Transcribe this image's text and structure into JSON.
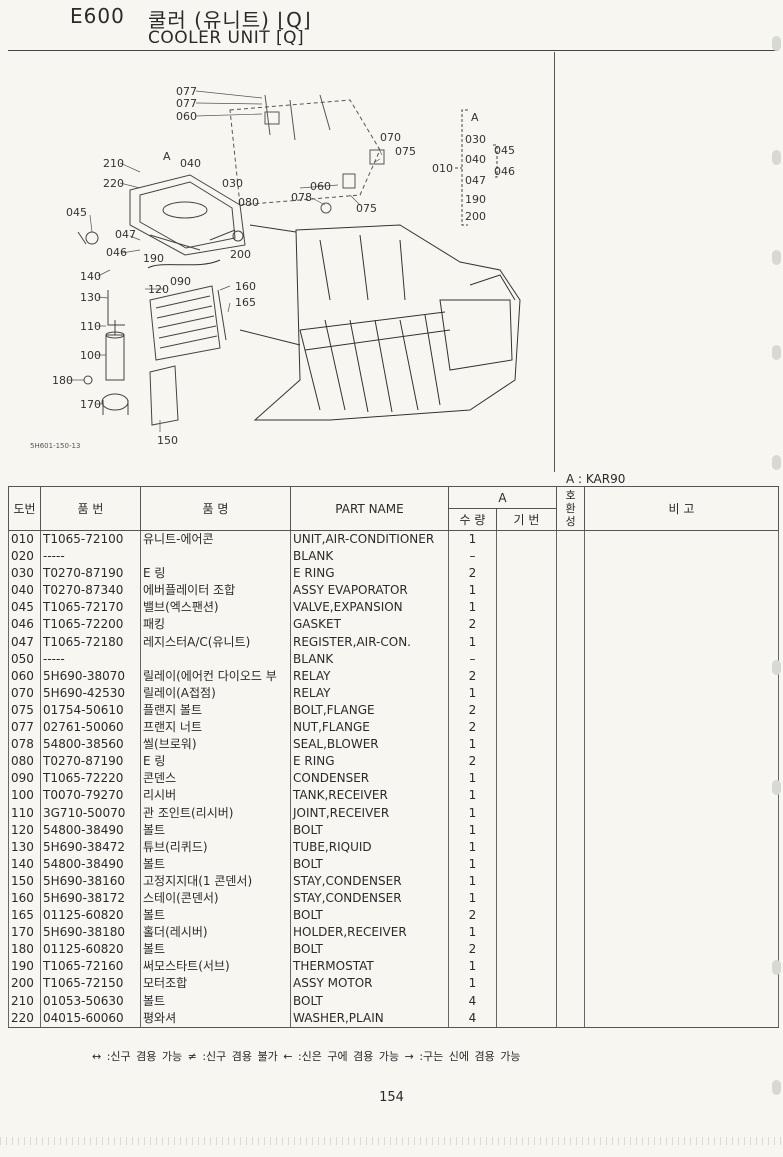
{
  "header": {
    "code": "E600",
    "title_ko": "쿨러 (유니트) ⌊Q⌋",
    "title_en": "COOLER UNIT [Q]"
  },
  "diagram": {
    "labels": [
      "077",
      "077",
      "060",
      "210",
      "220",
      "A",
      "040",
      "030",
      "080",
      "045",
      "047",
      "046",
      "190",
      "200",
      "140",
      "090",
      "120",
      "160",
      "130",
      "165",
      "110",
      "100",
      "180",
      "170",
      "150",
      "070",
      "075",
      "060",
      "078",
      "075",
      "010",
      "A",
      "030",
      "040",
      "047",
      "190",
      "200",
      "045",
      "046"
    ],
    "figure_id": "5H601-150-13"
  },
  "code_note": "A : KAR90",
  "table": {
    "headers": {
      "no": "도번",
      "part_no": "품    번",
      "name_ko": "품          명",
      "part_name": "PART NAME",
      "group": "A",
      "qty": "수 량",
      "base": "기 번",
      "compat": "호 환 성",
      "remark": "비     고"
    },
    "rows": [
      {
        "no": "010",
        "part_no": "T1065-72100",
        "name_ko": "유니트-에어콘",
        "part_name": "UNIT,AIR-CONDITIONER",
        "qty": "1"
      },
      {
        "no": "020",
        "part_no": "-----",
        "name_ko": "",
        "part_name": "BLANK",
        "qty": "–"
      },
      {
        "no": "030",
        "part_no": "T0270-87190",
        "name_ko": "E 링",
        "part_name": "E RING",
        "qty": "2"
      },
      {
        "no": "040",
        "part_no": "T0270-87340",
        "name_ko": "에버플레이터 조합",
        "part_name": "ASSY EVAPORATOR",
        "qty": "1"
      },
      {
        "no": "045",
        "part_no": "T1065-72170",
        "name_ko": "밸브(엑스팬션)",
        "part_name": "VALVE,EXPANSION",
        "qty": "1"
      },
      {
        "no": "046",
        "part_no": "T1065-72200",
        "name_ko": "패킹",
        "part_name": "GASKET",
        "qty": "2"
      },
      {
        "no": "047",
        "part_no": "T1065-72180",
        "name_ko": "레지스터A/C(유니트)",
        "part_name": "REGISTER,AIR-CON.",
        "qty": "1"
      },
      {
        "no": "050",
        "part_no": "-----",
        "name_ko": "",
        "part_name": "BLANK",
        "qty": "–"
      },
      {
        "no": "060",
        "part_no": "5H690-38070",
        "name_ko": "릴레이(에어컨 다이오드 부",
        "part_name": "RELAY",
        "qty": "2"
      },
      {
        "no": "070",
        "part_no": "5H690-42530",
        "name_ko": "릴레이(A접점)",
        "part_name": "RELAY",
        "qty": "1"
      },
      {
        "no": "075",
        "part_no": "01754-50610",
        "name_ko": "플랜지 볼트",
        "part_name": "BOLT,FLANGE",
        "qty": "2"
      },
      {
        "no": "077",
        "part_no": "02761-50060",
        "name_ko": "프랜지 너트",
        "part_name": "NUT,FLANGE",
        "qty": "2"
      },
      {
        "no": "078",
        "part_no": "54800-38560",
        "name_ko": "씰(브로워)",
        "part_name": "SEAL,BLOWER",
        "qty": "1"
      },
      {
        "no": "080",
        "part_no": "T0270-87190",
        "name_ko": "E 링",
        "part_name": "E RING",
        "qty": "2"
      },
      {
        "no": "090",
        "part_no": "T1065-72220",
        "name_ko": "콘덴스",
        "part_name": "CONDENSER",
        "qty": "1"
      },
      {
        "no": "100",
        "part_no": "T0070-79270",
        "name_ko": "리시버",
        "part_name": "TANK,RECEIVER",
        "qty": "1"
      },
      {
        "no": "110",
        "part_no": "3G710-50070",
        "name_ko": "관 조인트(리시버)",
        "part_name": "JOINT,RECEIVER",
        "qty": "1"
      },
      {
        "no": "120",
        "part_no": "54800-38490",
        "name_ko": "볼트",
        "part_name": "BOLT",
        "qty": "1"
      },
      {
        "no": "130",
        "part_no": "5H690-38472",
        "name_ko": "튜브(리퀴드)",
        "part_name": "TUBE,RIQUID",
        "qty": "1"
      },
      {
        "no": "140",
        "part_no": "54800-38490",
        "name_ko": "볼트",
        "part_name": "BOLT",
        "qty": "1"
      },
      {
        "no": "150",
        "part_no": "5H690-38160",
        "name_ko": "고정지지대(1 콘덴서)",
        "part_name": "STAY,CONDENSER",
        "qty": "1"
      },
      {
        "no": "160",
        "part_no": "5H690-38172",
        "name_ko": "스테이(콘덴서)",
        "part_name": "STAY,CONDENSER",
        "qty": "1"
      },
      {
        "no": "165",
        "part_no": "01125-60820",
        "name_ko": "볼트",
        "part_name": "BOLT",
        "qty": "2"
      },
      {
        "no": "170",
        "part_no": "5H690-38180",
        "name_ko": "홀더(레시버)",
        "part_name": "HOLDER,RECEIVER",
        "qty": "1"
      },
      {
        "no": "180",
        "part_no": "01125-60820",
        "name_ko": "볼트",
        "part_name": "BOLT",
        "qty": "2"
      },
      {
        "no": "190",
        "part_no": "T1065-72160",
        "name_ko": "써모스타트(서브)",
        "part_name": "THERMOSTAT",
        "qty": "1"
      },
      {
        "no": "200",
        "part_no": "T1065-72150",
        "name_ko": "모터조합",
        "part_name": "ASSY MOTOR",
        "qty": "1"
      },
      {
        "no": "210",
        "part_no": "01053-50630",
        "name_ko": "볼트",
        "part_name": "BOLT",
        "qty": "4"
      },
      {
        "no": "220",
        "part_no": "04015-60060",
        "name_ko": "평와셔",
        "part_name": "WASHER,PLAIN",
        "qty": "4"
      }
    ]
  },
  "legend": "↔ :신구 겸용 가능    ≠ :신구 겸용 불가    ← :신은 구에 겸용 가능    → :구는 신에 겸용 가능",
  "page_number": "154"
}
